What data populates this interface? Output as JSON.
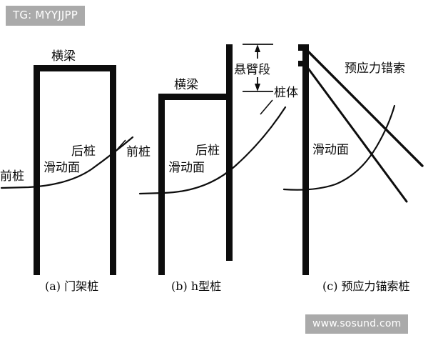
{
  "watermarks": {
    "top_left": "TG: MYYJJPP",
    "bottom_right": "www.sosund.com"
  },
  "figure": {
    "background_color": "#ffffff",
    "ink_color": "#0d0d0d",
    "watermark_color": "#aaaaaa"
  },
  "panels": [
    {
      "id": "a",
      "caption": "(a) 门架桩",
      "labels": {
        "beam": "横梁",
        "rear_pile": "后桩",
        "front_pile_left": "前桩",
        "front_pile_right": "前桩",
        "slip_surface": "滑动面"
      }
    },
    {
      "id": "b",
      "caption": "(b) h型桩",
      "labels": {
        "beam": "横梁",
        "rear_pile": "后桩",
        "front_pile": "前桩",
        "slip_surface": "滑动面",
        "cantilever_section": "悬臂段",
        "pile_body": "桩体"
      }
    },
    {
      "id": "c",
      "caption": "(c) 预应力锚索桩",
      "labels": {
        "anchor_cable": "预应力错索",
        "slip_surface": "滑动面"
      }
    }
  ]
}
